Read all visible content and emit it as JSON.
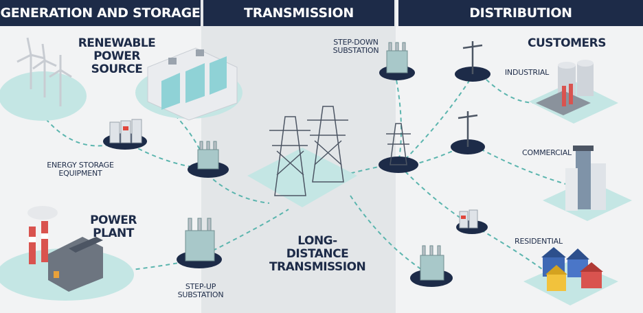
{
  "headers": {
    "generation": "GENERATION AND STORAGE",
    "transmission": "TRANSMISSION",
    "distribution": "DISTRIBUTION"
  },
  "labels": {
    "renewable": "RENEWABLE POWER\nSOURCE",
    "energy_storage": "ENERGY STORAGE\nEQUIPMENT",
    "power_plant": "POWER PLANT",
    "step_up": "STEP-UP\nSUBSTATION",
    "long_distance": "LONG-DISTANCE\nTRANSMISSION",
    "step_down": "STEP-DOWN\nSUBSTATION",
    "customers": "CUSTOMERS",
    "industrial": "INDUSTRIAL",
    "commercial": "COMMERCIAL",
    "residential": "RESIDENTIAL"
  },
  "colors": {
    "header_bg": "#1d2b48",
    "node_dark": "#1d2b48",
    "platform_teal": "#c4e6e4",
    "dash_line": "#5bb5ae",
    "panel_left": "#f2f3f4",
    "panel_mid": "#e2e5e7",
    "panel_right": "#f2f3f4"
  }
}
